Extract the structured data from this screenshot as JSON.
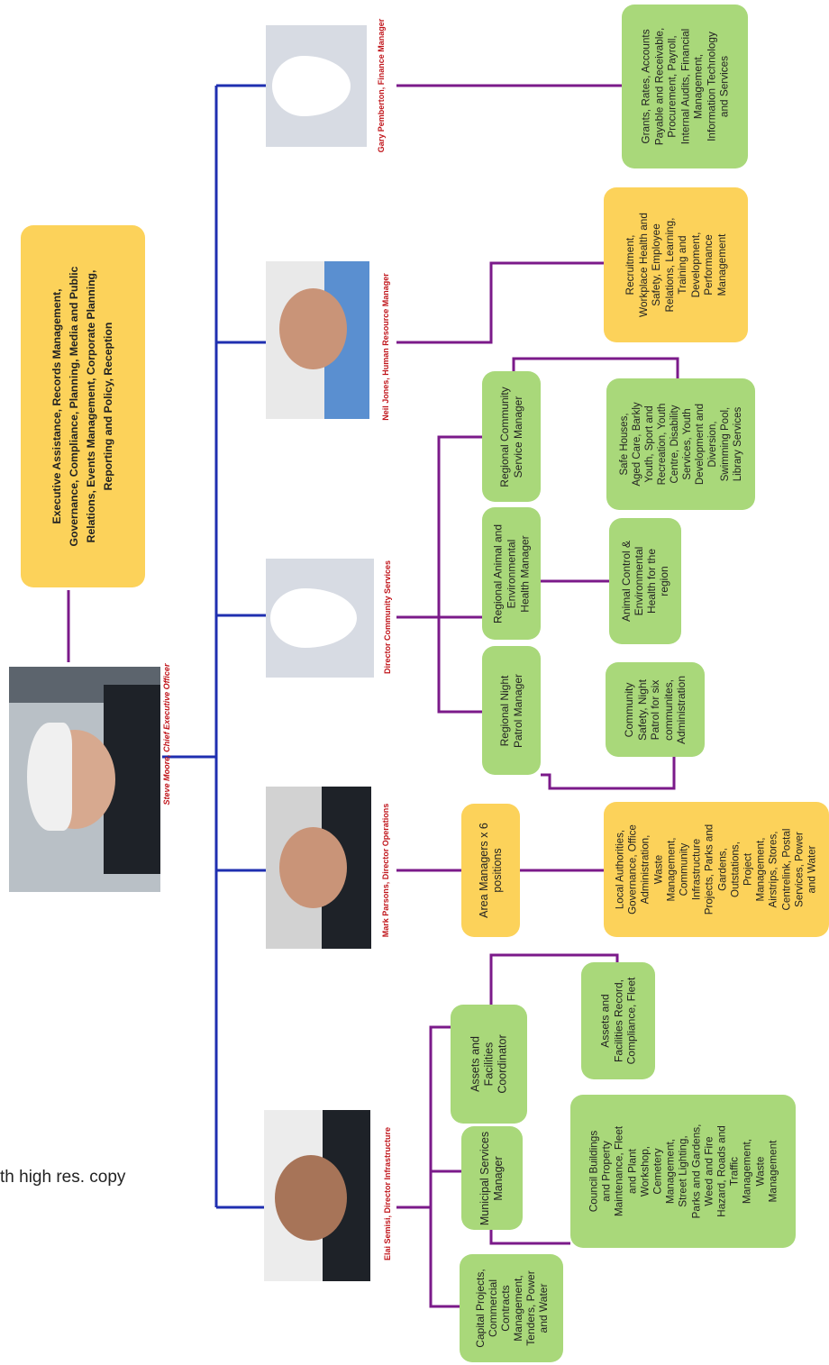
{
  "top_box": {
    "text": "Executive Assistance, Records  Management,\nGovernance, Compliance, Planning, Media and Public\nRelations, Events Management, Corporate Planning,\nReporting and Policy, Reception"
  },
  "ceo": {
    "caption": "Steve Moore, Chief Executive Officer"
  },
  "directors": [
    {
      "caption": "Elai Semisi, Director Infrastructure"
    },
    {
      "caption": "Mark Parsons, Director Operations"
    },
    {
      "caption": "Director Community Services"
    },
    {
      "caption": "Neil Jones, Human Resource Manager"
    },
    {
      "caption": "Gary Pemberton, Finance Manager"
    }
  ],
  "boxes": {
    "capital_projects": "Capital Projects,\nCommercial\nContracts\nManagement,\nTenders, Power\nand Water",
    "municipal_manager": "Municipal Services\nManager",
    "municipal_duties": "Council Buildings\nand Property\nMaintenance, Fleet\nand Plant\nWorkshop,\nCemetery\nManagement,\nStreet  Lighting,\nParks and Gardens,\nWeed and Fire\nHazard, Roads and\nTraffic\nManagement,\nWaste\nManagement",
    "assets_coordinator": "Assets and\nFacilities\nCoordinator",
    "assets_duties": "Assets and\nFacilities Record,\nCompliance, Fleet",
    "area_managers": "Area Managers x 6\npositions",
    "operations_duties": "Local Authorities,\nGovernance, Office\nAdministration,\nWaste\nManagement,\nCommunity\nInfrastructure\nProjects, Parks and\nGardens,\nOutstations,\nProject\nManagement,\nAirstrips, Stores,\nCentrelink, Postal\nServices, Power\nand Water",
    "night_patrol_manager": "Regional Night\nPatrol Manager",
    "night_patrol_duties": "Community\nSafety, Night\nPatrol for six\ncommunites,\nAdministration",
    "animal_manager": "Regional Animal and\nEnvironmental\nHealth Manager",
    "animal_duties": "Animal Control &\nEnvironmental\nHealth for the\nregion",
    "community_manager": "Regional Community\nService Manager",
    "community_duties": "Safe Houses,\nAged Care, Barkly\nYouth, Sport and\nRecreation, Youth\nCentre, Disability\nServices, Youth\nDevelopment and\nDiversion,\nSwimming Pool,\nLibrary Services",
    "hr_duties": "Recruitment,\nWorkplace Health and\nSafety, Employee\nRelations, Learning,\nTraining and\nDevelopment,\nPerformance\nManagement",
    "finance_duties": "Grants, Rates, Accounts\nPayable and Receivable,\nProcurement, Payroll,\nInternal Audits, Financial\nManagement,\nInformation Technology\nand Services"
  },
  "stray_text": "th high res. copy",
  "colors": {
    "green": "#a9d87a",
    "yellow": "#fcd25a",
    "blue_line": "#1f2fb0",
    "purple_line": "#7b1a8a",
    "caption_red": "#c0141a"
  }
}
